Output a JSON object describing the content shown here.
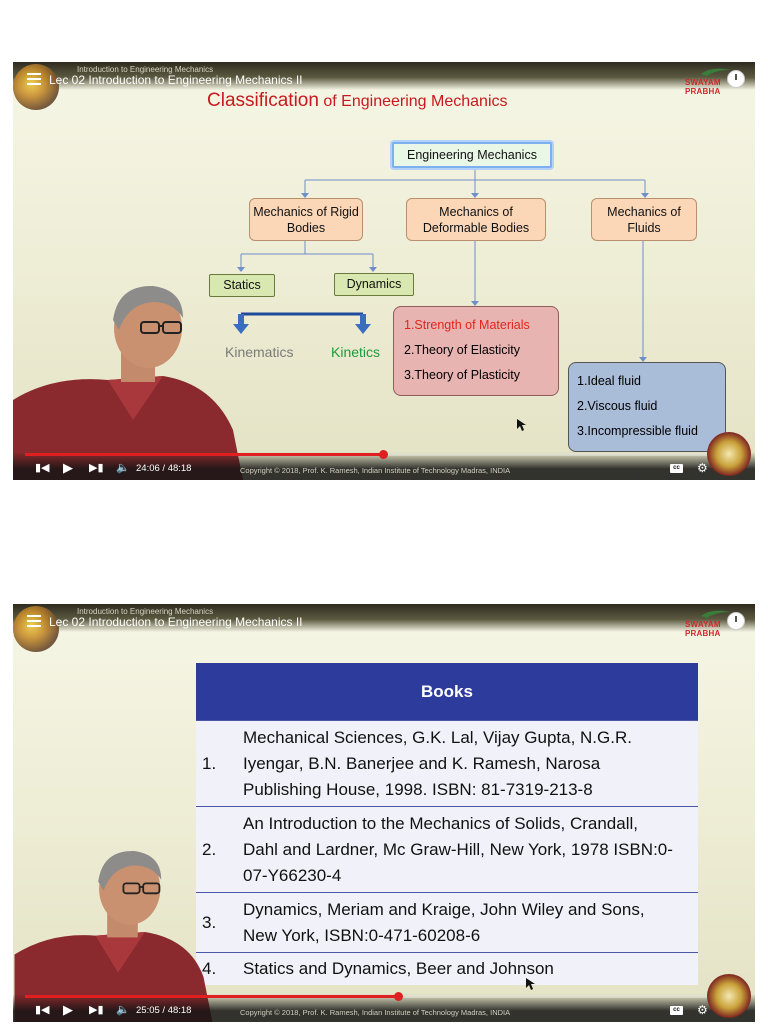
{
  "players": [
    {
      "course": "Introduction to Engineering Mechanics",
      "lecture_title": "Lec 02 Introduction to Engineering Mechanics II",
      "brand": "SWAYAM PRABHA",
      "copyright": "Copyright © 2018, Prof. K. Ramesh, Indian Institute of Technology Madras, INDIA",
      "time": "24:06 / 48:18",
      "progress": 0.499,
      "cc_label": "cc",
      "slide": {
        "title_main": "Classification",
        "title_rest": " of Engineering Mechanics",
        "root": "Engineering Mechanics",
        "rigid": "Mechanics of Rigid Bodies",
        "deformable": "Mechanics of Deformable Bodies",
        "fluids": "Mechanics of Fluids",
        "statics": "Statics",
        "dynamics": "Dynamics",
        "kinematics": "Kinematics",
        "kinetics": "Kinetics",
        "deformable_items": [
          "1.Strength of Materials",
          "2.Theory of Elasticity",
          "3.Theory of Plasticity"
        ],
        "fluid_items": [
          "1.Ideal fluid",
          "2.Viscous fluid",
          "3.Incompressible fluid"
        ]
      }
    },
    {
      "course": "Introduction to Engineering Mechanics",
      "lecture_title": "Lec 02 Introduction to Engineering Mechanics II",
      "brand": "SWAYAM PRABHA",
      "copyright": "Copyright © 2018, Prof. K. Ramesh, Indian Institute of Technology Madras, INDIA",
      "time": "25:05 / 48:18",
      "progress": 0.519,
      "cc_label": "cc",
      "slide": {
        "table_header": "Books",
        "books": [
          {
            "num": "1.",
            "text": "Mechanical Sciences, G.K. Lal, Vijay Gupta, N.G.R. Iyengar, B.N. Banerjee and K. Ramesh, Narosa Publishing House, 1998. ISBN: 81-7319-213-8"
          },
          {
            "num": "2.",
            "text": "An Introduction to the Mechanics of Solids, Crandall, Dahl and Lardner, Mc Graw-Hill, New York, 1978 ISBN:0-07-Y66230-4"
          },
          {
            "num": "3.",
            "text": "Dynamics, Meriam and Kraige, John Wiley and Sons, New York, ISBN:0-471-60208-6"
          },
          {
            "num": "4.",
            "text": "Statics and Dynamics, Beer and Johnson"
          }
        ]
      }
    }
  ],
  "colors": {
    "accent_red": "#c8191e",
    "table_header_blue": "#2d3b9c",
    "progress_red": "#e02020"
  }
}
